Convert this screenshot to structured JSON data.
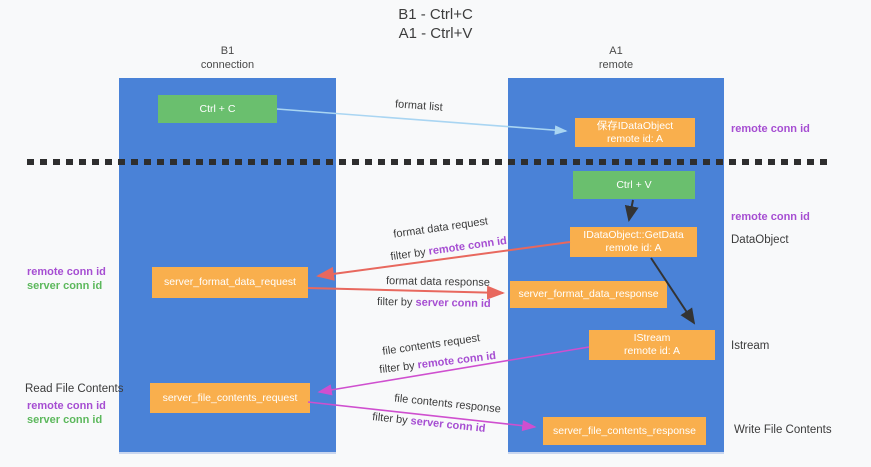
{
  "colors": {
    "column_blue": "#4a82d7",
    "box_green": "#6abf6e",
    "box_orange": "#f9af4d",
    "arrow_red": "#e8685e",
    "arrow_magenta": "#cf4fcf",
    "arrow_blue": "#a9d5f2",
    "arrow_black": "#333333",
    "text_purple": "#a64ed2",
    "text_green": "#5cb85c"
  },
  "title": {
    "line1": "B1 - Ctrl+C",
    "line2": "A1 - Ctrl+V"
  },
  "lanes": {
    "left": {
      "name": "B1",
      "role": "connection"
    },
    "right": {
      "name": "A1",
      "role": "remote"
    }
  },
  "nodes": {
    "ctrl_c": "Ctrl + C",
    "ctrl_v": "Ctrl + V",
    "save_dataobject_line1": "保存IDataObject",
    "save_dataobject_line2": "remote id: A",
    "getdata_line1": "IDataObject::GetData",
    "getdata_line2": "remote id: A",
    "istream_line1": "IStream",
    "istream_line2": "remote id: A",
    "format_request": "server_format_data_request",
    "format_response": "server_format_data_response",
    "file_request": "server_file_contents_request",
    "file_response": "server_file_contents_response"
  },
  "edges": {
    "format_list": "format list",
    "format_data_request": "format data request",
    "format_data_response": "format data response",
    "file_contents_request": "file contents request",
    "file_contents_response": "file contents response",
    "filter_prefix": "filter by ",
    "remote_conn_id": "remote conn id",
    "server_conn_id": "server conn id"
  },
  "side_labels": {
    "remote_conn_id_top": "remote conn id",
    "remote_conn_id_mid": "remote conn id",
    "dataobject": "DataObject",
    "istream": "Istream",
    "write_file": "Write File Contents",
    "read_file": "Read File Contents",
    "left_remote_1": "remote conn id",
    "left_server_1": "server conn id",
    "left_remote_2": "remote conn id",
    "left_server_2": "server conn id"
  }
}
